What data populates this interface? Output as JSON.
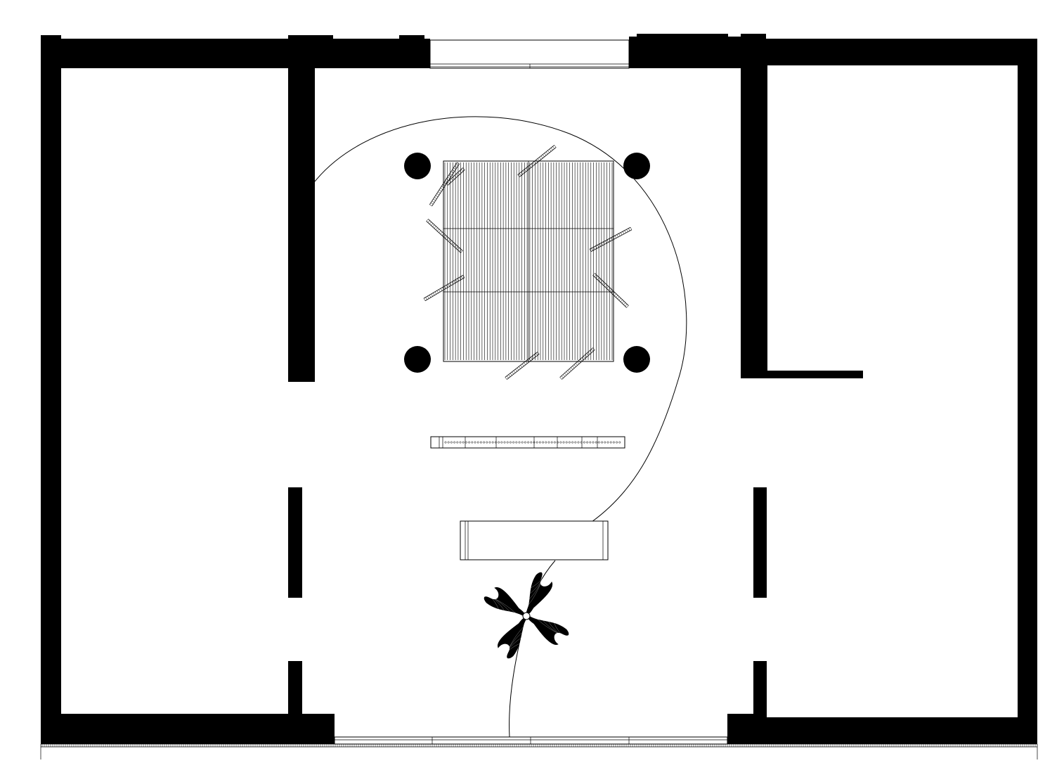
{
  "drawing": {
    "kind": "floor-plan",
    "colors": {
      "wall": "#000000",
      "background": "#ffffff",
      "line": "#000000"
    },
    "columns_count": 4,
    "louvre_slats_count": 64
  }
}
